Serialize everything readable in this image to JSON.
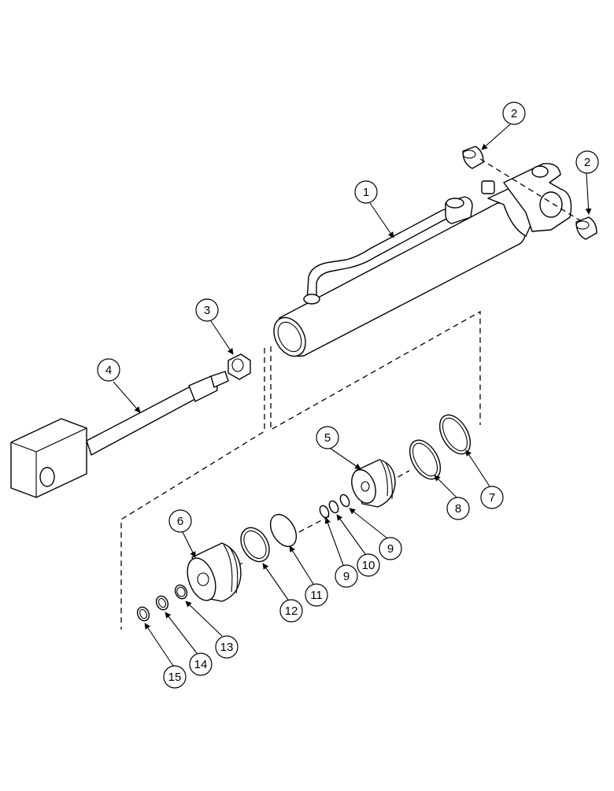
{
  "diagram": {
    "callouts": [
      {
        "id": "c1",
        "label": "1"
      },
      {
        "id": "c2a",
        "label": "2"
      },
      {
        "id": "c2b",
        "label": "2"
      },
      {
        "id": "c3",
        "label": "3"
      },
      {
        "id": "c4",
        "label": "4"
      },
      {
        "id": "c5",
        "label": "5"
      },
      {
        "id": "c6",
        "label": "6"
      },
      {
        "id": "c7",
        "label": "7"
      },
      {
        "id": "c8",
        "label": "8"
      },
      {
        "id": "c9a",
        "label": "9"
      },
      {
        "id": "c9b",
        "label": "9"
      },
      {
        "id": "c10",
        "label": "10"
      },
      {
        "id": "c11",
        "label": "11"
      },
      {
        "id": "c12",
        "label": "12"
      },
      {
        "id": "c13",
        "label": "13"
      },
      {
        "id": "c14",
        "label": "14"
      },
      {
        "id": "c15",
        "label": "15"
      }
    ]
  }
}
